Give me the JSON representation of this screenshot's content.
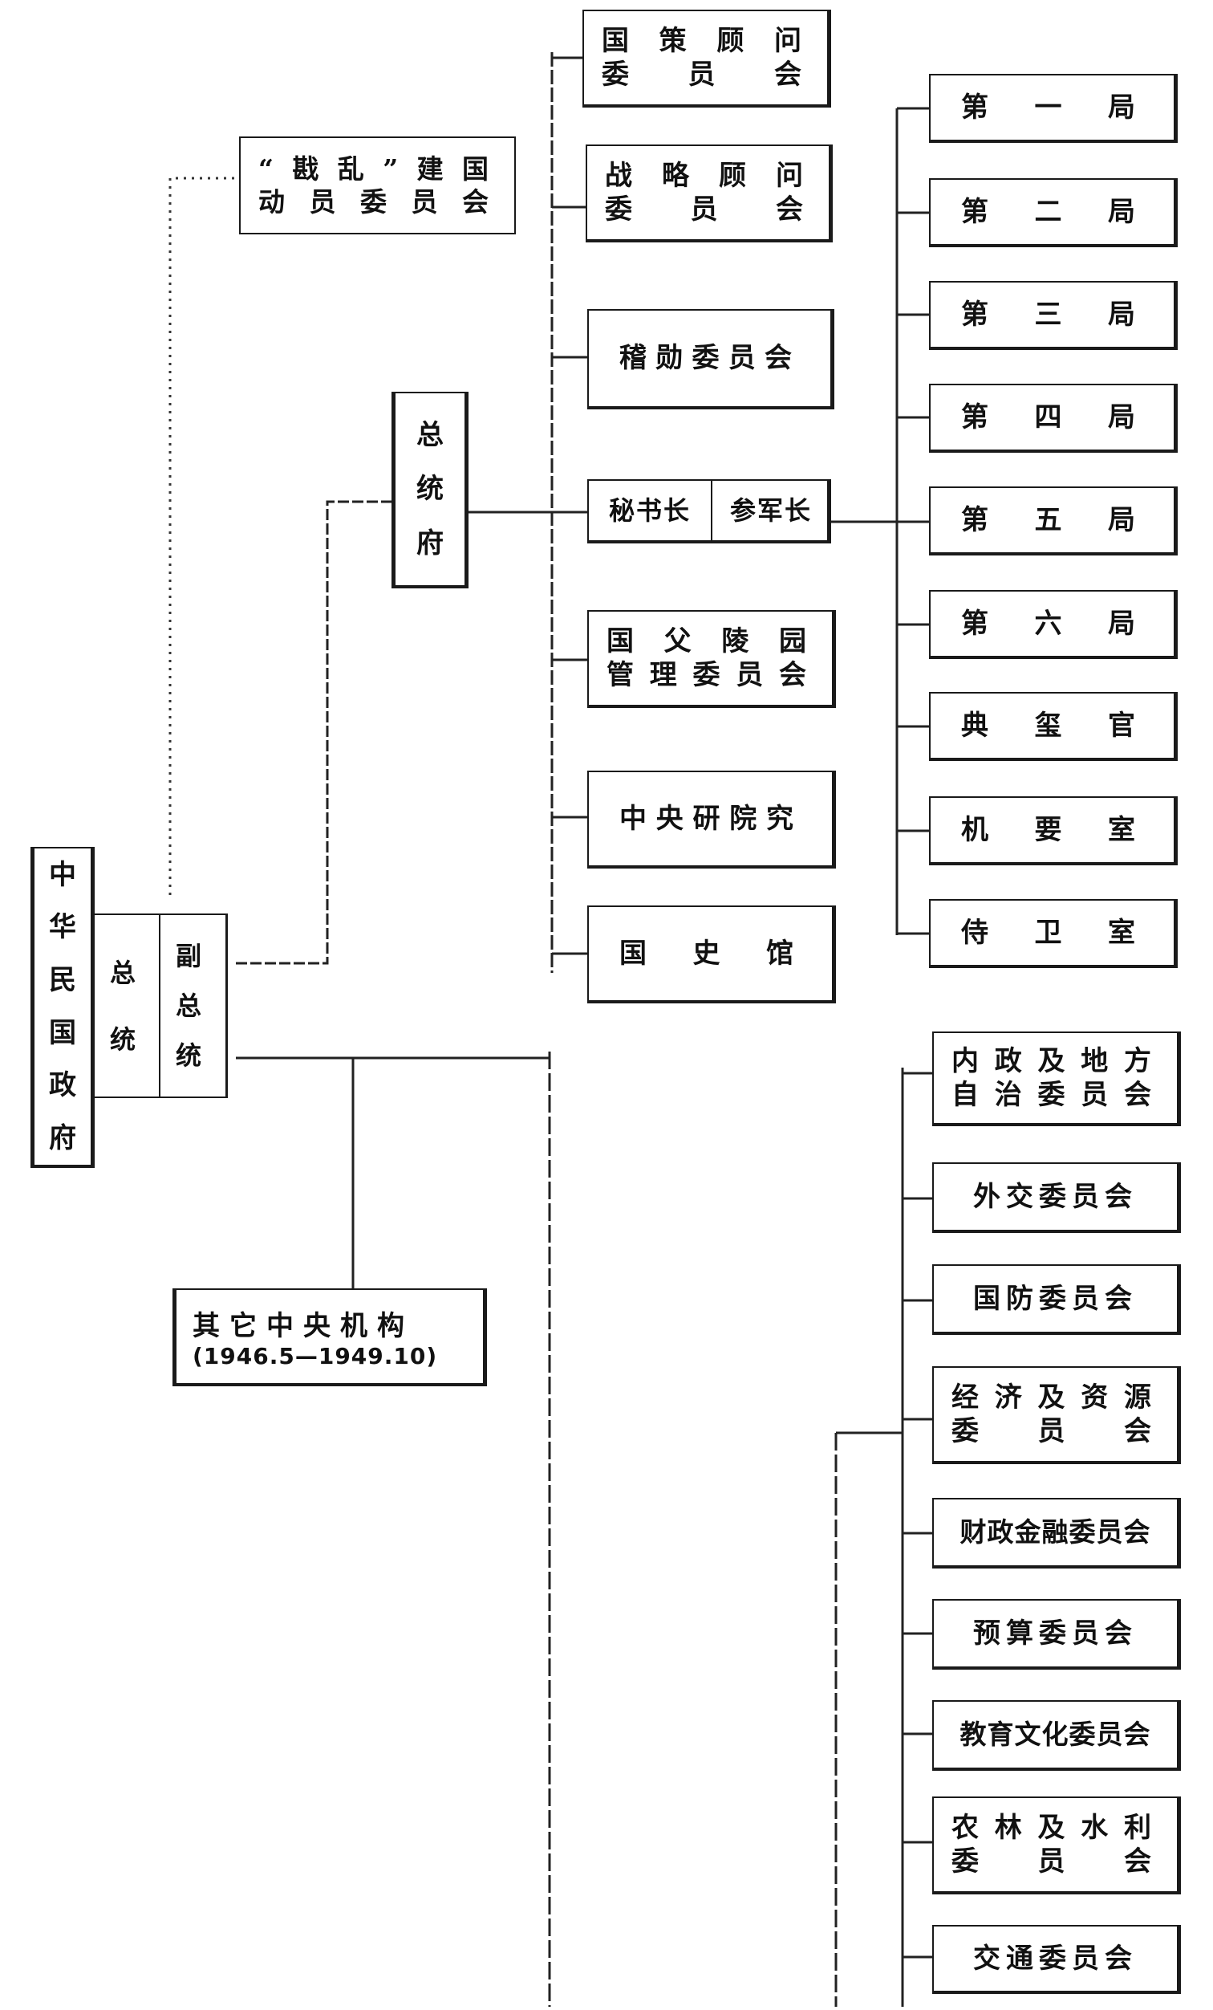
{
  "root": {
    "chars": [
      "中",
      "华",
      "民",
      "国",
      "政",
      "府"
    ]
  },
  "president_box": {
    "left": [
      "总",
      "统"
    ],
    "right": [
      "副",
      "总",
      "统"
    ]
  },
  "office": {
    "chars": [
      "总",
      "统",
      "府"
    ]
  },
  "mobilization": {
    "line1": "“戡乱”建国",
    "line2": "动员委员会"
  },
  "other_central": {
    "line1": "其它中央机构",
    "line2": "(1946.5—1949.10)"
  },
  "office_units": [
    {
      "line1": "国策顾问",
      "line2": "委员会"
    },
    {
      "line1": "战略顾问",
      "line2": "委员会"
    },
    {
      "line1": "稽勋委员会"
    },
    {
      "split": [
        "秘书长",
        "参军长"
      ]
    },
    {
      "line1": "国父陵园",
      "line2": "管理委员会"
    },
    {
      "line1": "中央研院究"
    },
    {
      "line1": "国史馆"
    }
  ],
  "bureaus": [
    "第一局",
    "第二局",
    "第三局",
    "第四局",
    "第五局",
    "第六局",
    "典玺官",
    "机要室",
    "侍卫室"
  ],
  "committees": [
    {
      "line1": "内政及地方",
      "line2": "自治委员会"
    },
    {
      "line1": "外交委员会"
    },
    {
      "line1": "国防委员会"
    },
    {
      "line1": "经济及资源",
      "line2": "委员会"
    },
    {
      "line1": "财政金融委员会"
    },
    {
      "line1": "预算委员会"
    },
    {
      "line1": "教育文化委员会"
    },
    {
      "line1": "农林及水利",
      "line2": "委员会"
    },
    {
      "line1": "交通委员会"
    }
  ]
}
